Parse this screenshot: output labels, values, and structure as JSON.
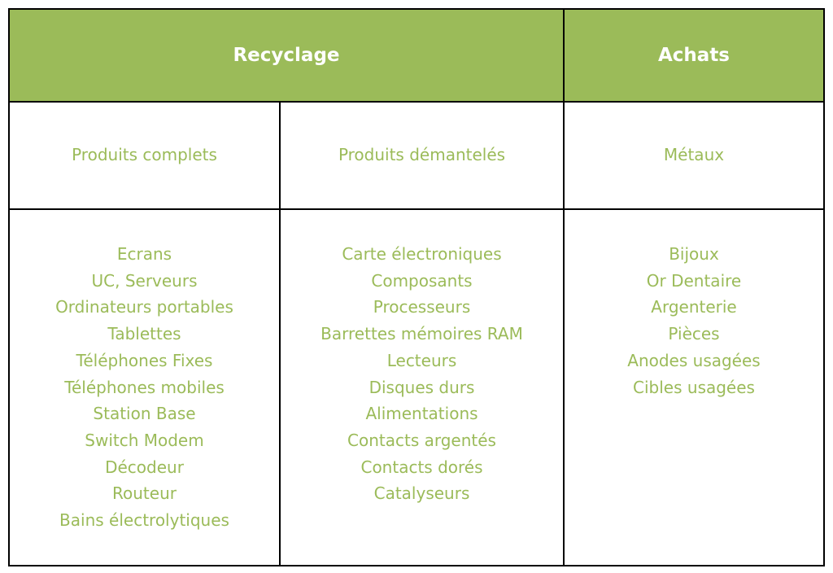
{
  "table": {
    "header": {
      "recyclage": "Recyclage",
      "achats": "Achats"
    },
    "subheaders": {
      "produits_complets": "Produits complets",
      "produits_demanteles": "Produits démantelés",
      "metaux": "Métaux"
    },
    "columns": {
      "produits_complets": [
        "Ecrans",
        "UC, Serveurs",
        "Ordinateurs portables",
        "Tablettes",
        "Téléphones Fixes",
        "Téléphones mobiles",
        "Station Base",
        "Switch Modem",
        "Décodeur",
        "Routeur",
        "Bains électrolytiques"
      ],
      "produits_demanteles": [
        "Carte électroniques",
        "Composants",
        "Processeurs",
        "Barrettes mémoires RAM",
        "Lecteurs",
        "Disques durs",
        "Alimentations",
        "Contacts argentés",
        "Contacts dorés",
        "Catalyseurs"
      ],
      "metaux": [
        "Bijoux",
        "Or Dentaire",
        "Argenterie",
        "Pièces",
        "Anodes usagées",
        "Cibles usagées"
      ]
    },
    "colors": {
      "header_bg": "#9bbb59",
      "header_text": "#ffffff",
      "body_text": "#9bbb59",
      "border": "#000000"
    }
  }
}
